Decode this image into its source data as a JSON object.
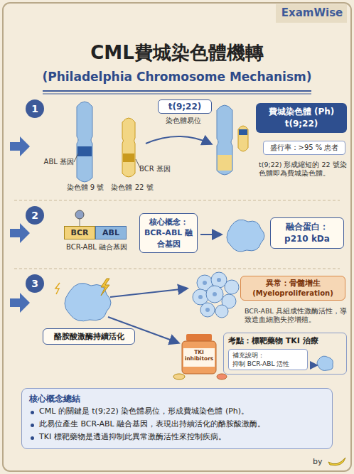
{
  "diagram": {
    "title": "CML費城染色體機轉",
    "nodes": [
      {
        "text": [
          "1"
        ]
      },
      {
        "text": [
          "t(9;22)"
        ]
      },
      {
        "text": [
          "費城染色體 (Ph)",
          "t(9;22)"
        ]
      },
      {
        "text": [
          "盛行率：>95 % 患者"
        ]
      },
      {
        "text": [
          "2"
        ]
      },
      {
        "text": [
          "BCR"
        ]
      },
      {
        "text": [
          "ABL"
        ]
      },
      {
        "text": [
          "核心概念： BCR-ABL 融合基因"
        ]
      },
      {
        "text": [
          "融合蛋白：",
          "p210 kDa"
        ]
      },
      {
        "text": [
          "3"
        ]
      },
      {
        "text": [
          "酪胺酸激酶持續活化"
        ]
      },
      {
        "text": [
          "異常：骨髓增生",
          "(Myeloproliferation)"
        ]
      },
      {
        "text": [
          "考點：標靶藥物 TKI 治療"
        ]
      },
      {
        "text": [
          "補充說明：",
          "抑制 BCR-ABL 活性"
        ],
        "in": 12
      },
      {
        "text": [
          "核心概念總結",
          "CML 的關鍵是 t(9;22) 染色體易位，形成費城染色體 (Ph)。",
          "此易位產生 BCR-ABL 融合基因，表現出持續活化的酪胺酸激酶。",
          "TKI 標靶藥物是透過抑制此異常激酶活性來控制疾病。"
        ]
      }
    ],
    "labels": [
      "ExamWise",
      "(Philadelphia Chromosome Mechanism)",
      "ABL 基因",
      "BCR 基因",
      "染色體 9 號",
      "染色體 22 號",
      "染色體易位",
      "t(9;22) 形成縮短的 22 號染色體即為費城染色體。",
      "BCR-ABL 融合基因",
      "BCR-ABL 具組成性激酶活性，導致造血細胞失控增殖。",
      "TKI inhibitors",
      "by"
    ]
  }
}
